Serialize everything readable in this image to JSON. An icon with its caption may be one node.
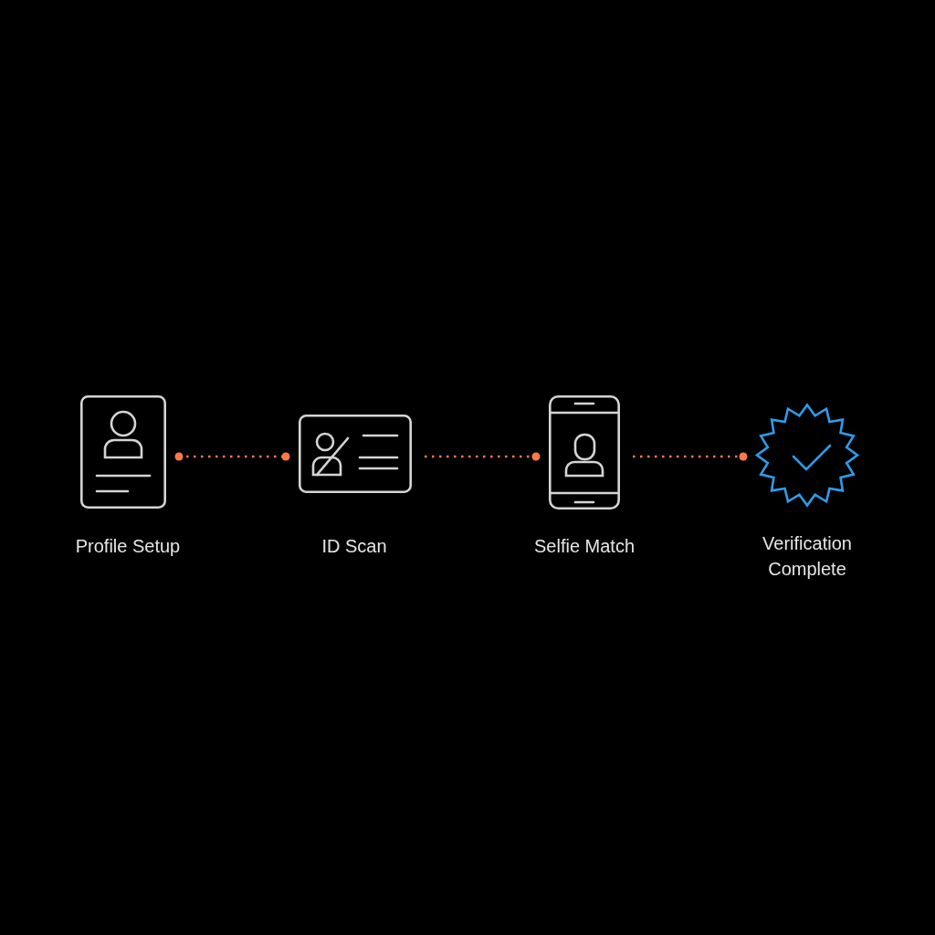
{
  "diagram": {
    "nodes": [
      {
        "text": [
          "Profile Setup"
        ]
      },
      {
        "text": [
          "ID Scan"
        ]
      },
      {
        "text": [
          "Selfie Match"
        ]
      },
      {
        "text": [
          "Verification Complete"
        ]
      }
    ],
    "edges": [
      {
        "from": 0,
        "to": 1,
        "arrow": "other"
      },
      {
        "from": 1,
        "to": 2,
        "arrow": "other"
      },
      {
        "from": 2,
        "to": 3,
        "arrow": "other"
      }
    ]
  }
}
